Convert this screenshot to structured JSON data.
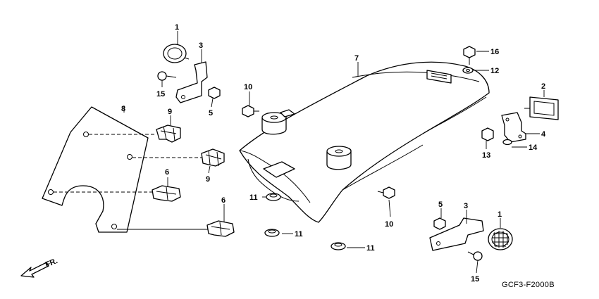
{
  "diagram": {
    "code": "GCF3-F2000B",
    "direction_label": "FR.",
    "callouts": [
      {
        "id": "c1a",
        "label": "1"
      },
      {
        "id": "c1b",
        "label": "1"
      },
      {
        "id": "c2",
        "label": "2"
      },
      {
        "id": "c3a",
        "label": "3"
      },
      {
        "id": "c3b",
        "label": "3"
      },
      {
        "id": "c4",
        "label": "4"
      },
      {
        "id": "c5a",
        "label": "5"
      },
      {
        "id": "c5b",
        "label": "5"
      },
      {
        "id": "c6a",
        "label": "6"
      },
      {
        "id": "c6b",
        "label": "6"
      },
      {
        "id": "c7",
        "label": "7"
      },
      {
        "id": "c8",
        "label": "8"
      },
      {
        "id": "c9a",
        "label": "9"
      },
      {
        "id": "c9b",
        "label": "9"
      },
      {
        "id": "c10a",
        "label": "10"
      },
      {
        "id": "c10b",
        "label": "10"
      },
      {
        "id": "c11a",
        "label": "11"
      },
      {
        "id": "c11b",
        "label": "11"
      },
      {
        "id": "c11c",
        "label": "11"
      },
      {
        "id": "c12",
        "label": "12"
      },
      {
        "id": "c13",
        "label": "13"
      },
      {
        "id": "c14",
        "label": "14"
      },
      {
        "id": "c15a",
        "label": "15"
      },
      {
        "id": "c15b",
        "label": "15"
      },
      {
        "id": "c16",
        "label": "16"
      }
    ]
  }
}
